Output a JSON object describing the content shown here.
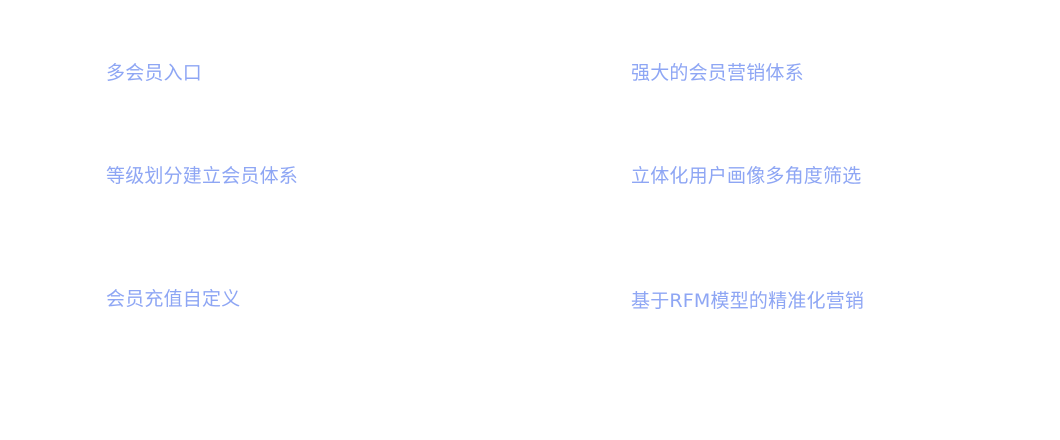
{
  "features": [
    {
      "label": "多会员入口"
    },
    {
      "label": "强大的会员营销体系"
    },
    {
      "label": "等级划分建立会员体系"
    },
    {
      "label": "立体化用户画像多角度筛选"
    },
    {
      "label": "会员充值自定义"
    },
    {
      "label": "基于RFM模型的精准化营销"
    }
  ],
  "colors": {
    "text": "#8ea6f4",
    "background": "#ffffff"
  }
}
